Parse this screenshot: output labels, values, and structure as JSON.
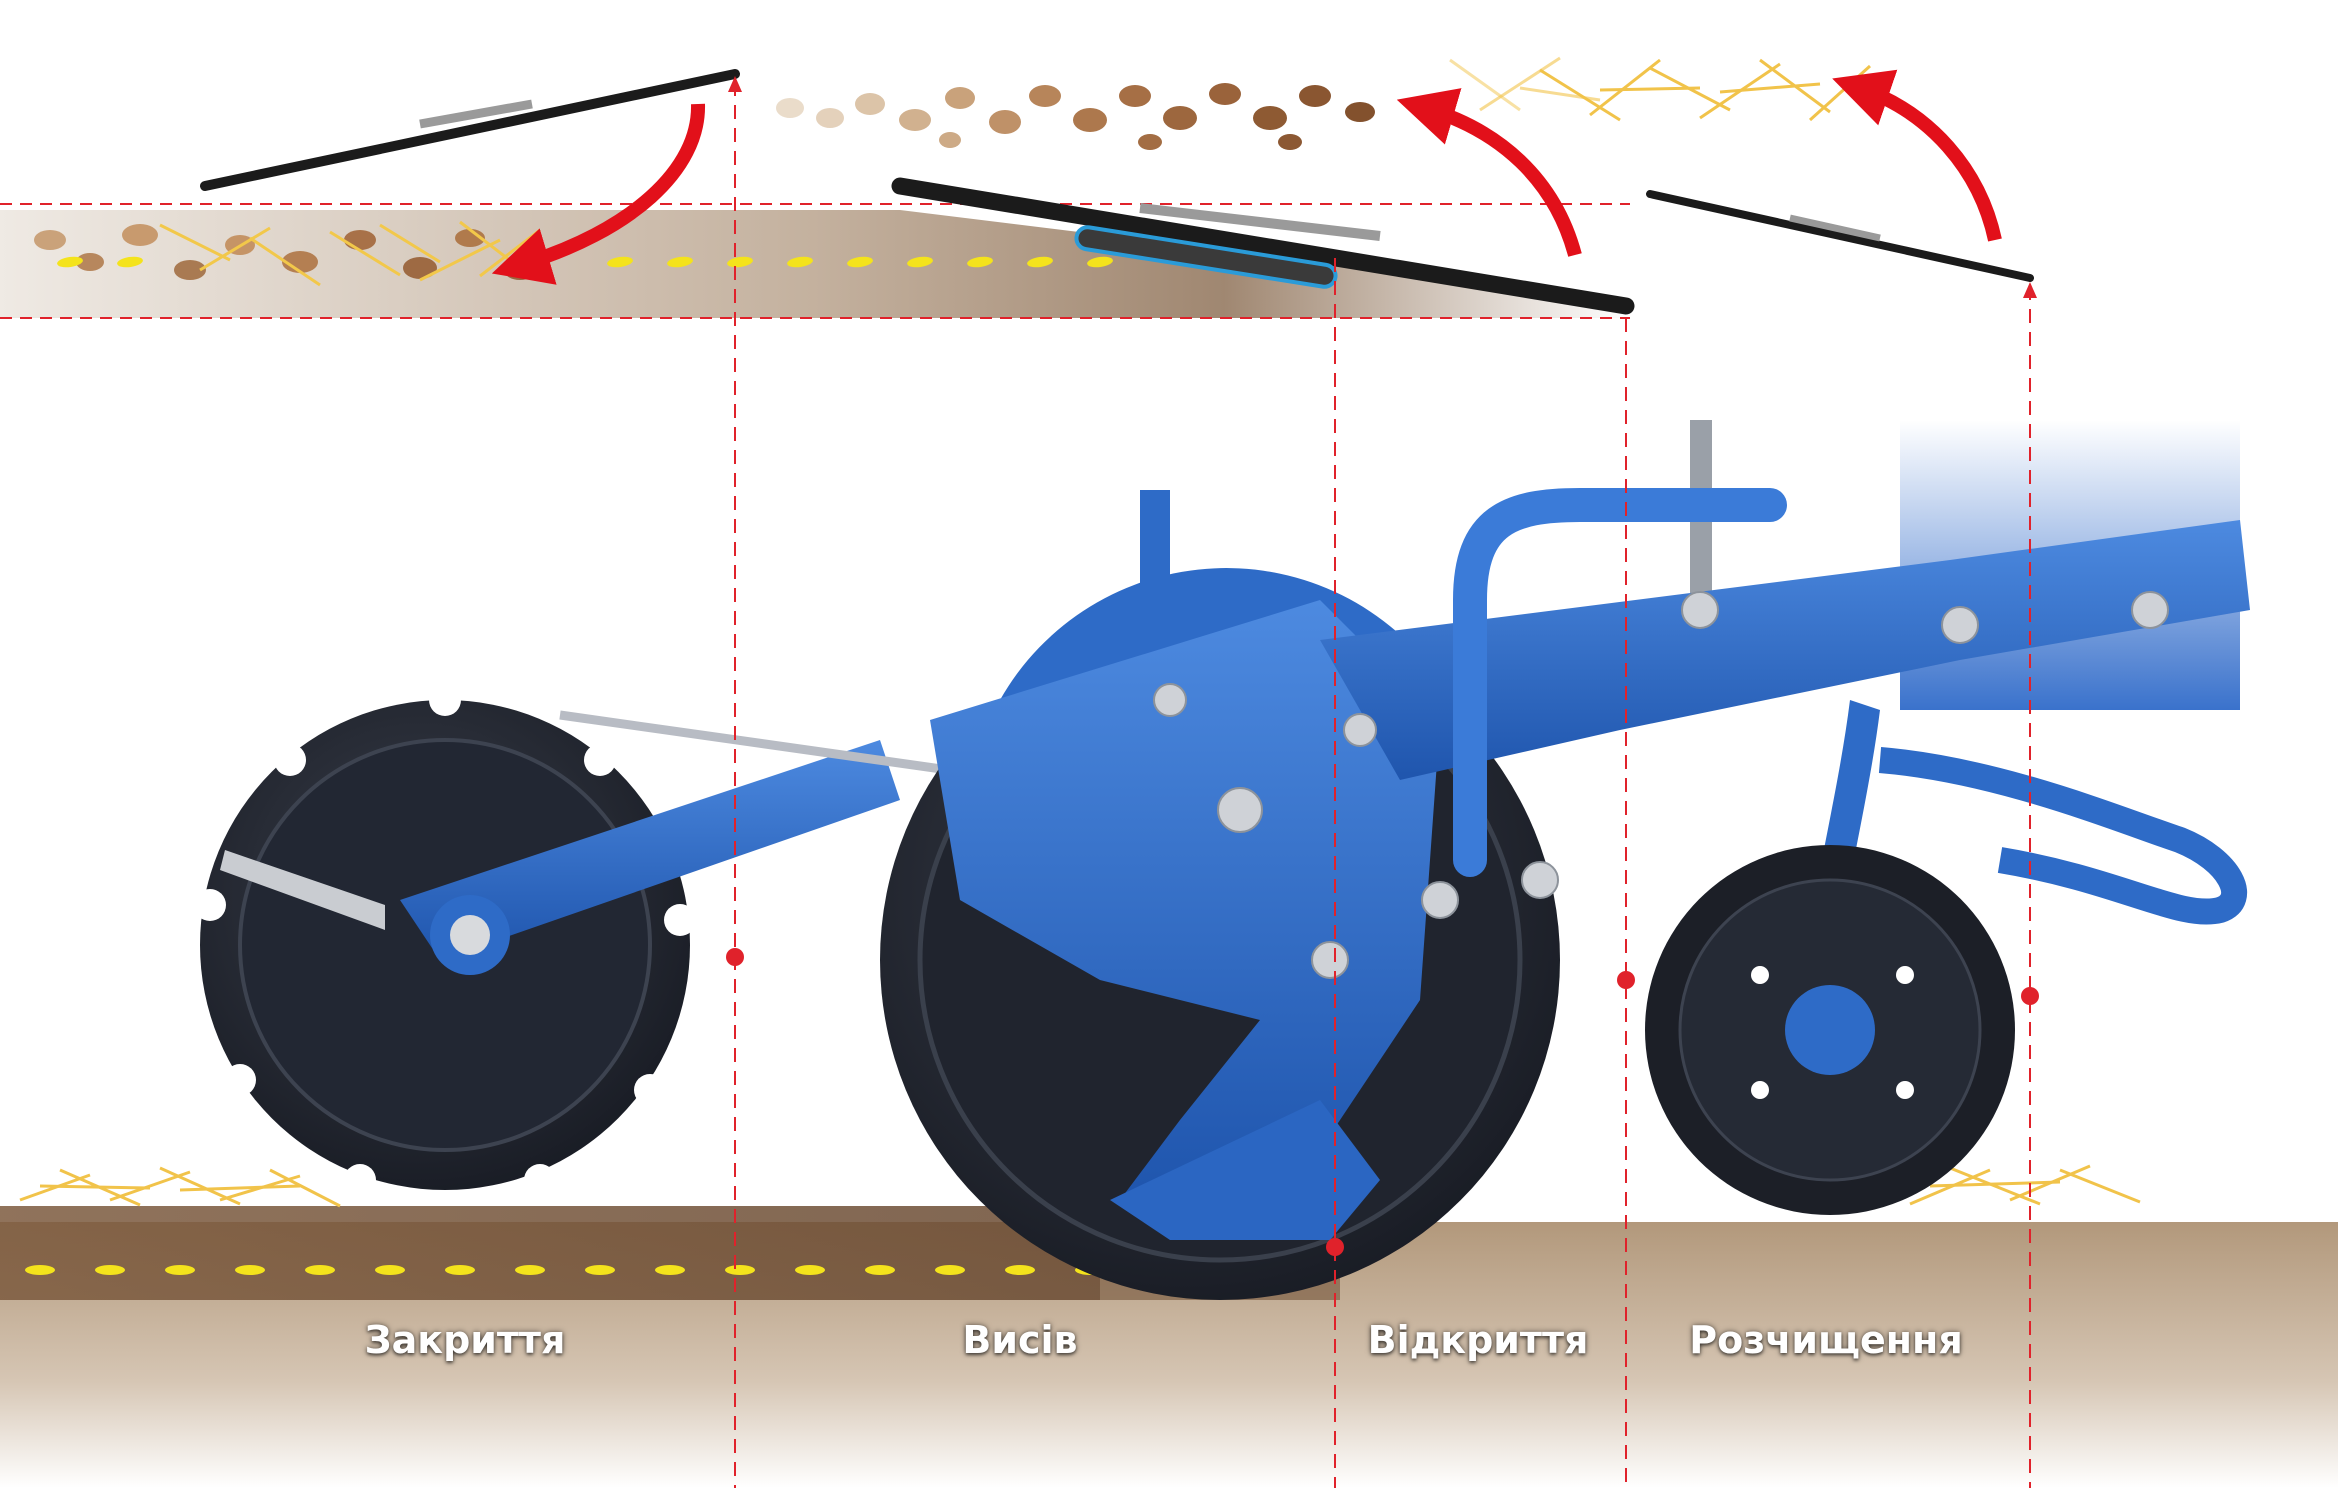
{
  "stages": [
    {
      "key": "closing",
      "label": "Закриття"
    },
    {
      "key": "sowing",
      "label": "Висів"
    },
    {
      "key": "opening",
      "label": "Відкриття"
    },
    {
      "key": "clearing",
      "label": "Розчищення"
    }
  ],
  "colors": {
    "machine_blue": "#2e6bc7",
    "arrow_red": "#e2101a",
    "seed_yellow": "#f4e31c",
    "soil_brown": "#8a6a4d",
    "blade_black": "#1b1b1b",
    "guide_red": "#e0222b"
  },
  "icons": [
    "curved-arrow-icon",
    "seed-icon",
    "straw-icon",
    "soil-clod-icon"
  ]
}
